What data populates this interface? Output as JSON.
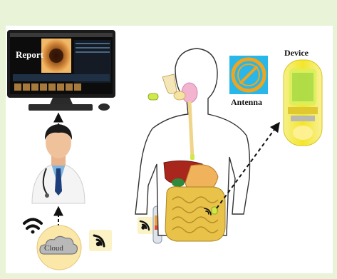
{
  "labels": {
    "report": "Report",
    "antenna": "Antenna",
    "device": "Device",
    "cloud": "Cloud"
  },
  "colors": {
    "background": "#e9f3d8",
    "panel": "#ffffff",
    "antenna_bg": "#29b6e8",
    "antenna_ring": "#f2a51c",
    "capsule": "#f6ea2a",
    "cloud_fill": "#fbe7a7",
    "arrow": "#111111"
  },
  "icons": [
    "monitor-icon",
    "keyboard-icon",
    "mouse-icon",
    "doctor-icon",
    "wifi-icon",
    "signal-icon",
    "cloud-icon",
    "human-body-icon",
    "stomach-icon",
    "intestine-icon",
    "capsule-device-icon",
    "antenna-icon",
    "recorder-icon"
  ]
}
